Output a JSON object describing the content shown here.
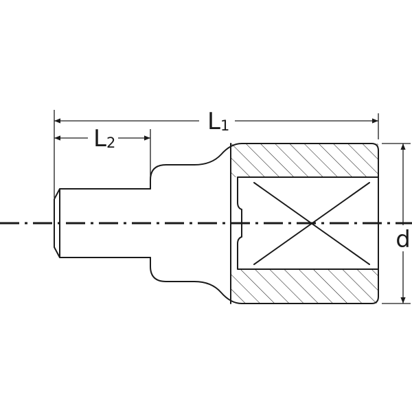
{
  "drawing": {
    "labels": {
      "l1": {
        "main": "L",
        "sub": "1"
      },
      "l2": {
        "main": "L",
        "sub": "2"
      },
      "d": "d"
    },
    "colors": {
      "ink": "#1a1a1a",
      "background": "#ffffff"
    }
  }
}
